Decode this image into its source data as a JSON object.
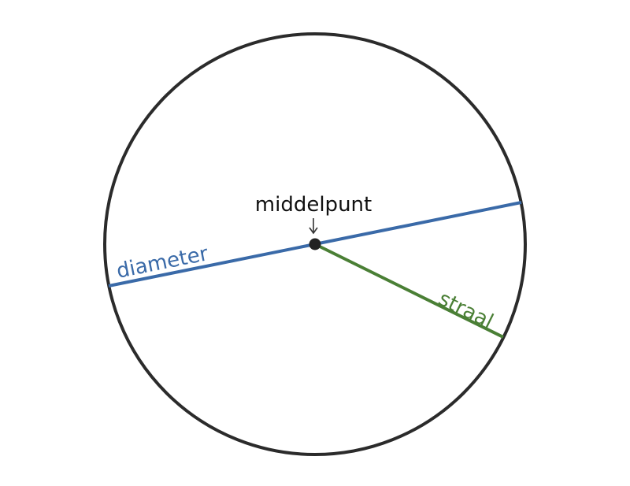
{
  "diagram": {
    "labels": {
      "center": "middelpunt",
      "diameter": "diameter",
      "radius": "straal"
    },
    "colors": {
      "circle": "#2b2b2b",
      "diameter": "#3a6aa8",
      "radius": "#4a7f35",
      "center_text": "#111111",
      "arrow": "#333333",
      "center_dot": "#222222"
    }
  }
}
